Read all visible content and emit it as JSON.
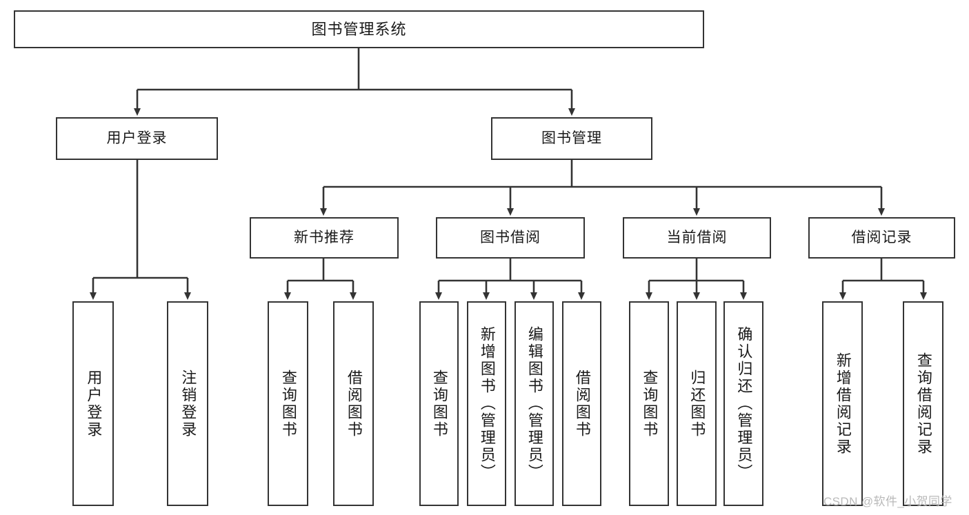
{
  "diagram": {
    "type": "tree",
    "title": "图书管理系统",
    "root": {
      "label": "图书管理系统"
    },
    "level1": [
      {
        "label": "用户登录"
      },
      {
        "label": "图书管理"
      }
    ],
    "level2": [
      {
        "label": "新书推荐"
      },
      {
        "label": "图书借阅"
      },
      {
        "label": "当前借阅"
      },
      {
        "label": "借阅记录"
      }
    ],
    "leaves": {
      "user_login": [
        {
          "label": "用户登录"
        },
        {
          "label": "注销登录"
        }
      ],
      "new_book": [
        {
          "label": "查询图书"
        },
        {
          "label": "借阅图书"
        }
      ],
      "book_borrow": [
        {
          "label": "查询图书"
        },
        {
          "label": "新增图书（管理员）"
        },
        {
          "label": "编辑图书（管理员）"
        },
        {
          "label": "借阅图书"
        }
      ],
      "current_borrow": [
        {
          "label": "查询图书"
        },
        {
          "label": "归还图书"
        },
        {
          "label": "确认归还（管理员）"
        }
      ],
      "borrow_record": [
        {
          "label": "新增借阅记录"
        },
        {
          "label": "查询借阅记录"
        }
      ]
    }
  },
  "watermark": {
    "text": "CSDN @软件_小贺同学"
  },
  "colors": {
    "box_border": "#333333",
    "box_fill": "#ffffff",
    "connector": "#333333",
    "text": "#1a1a1a",
    "watermark": "#b9b9b9"
  }
}
